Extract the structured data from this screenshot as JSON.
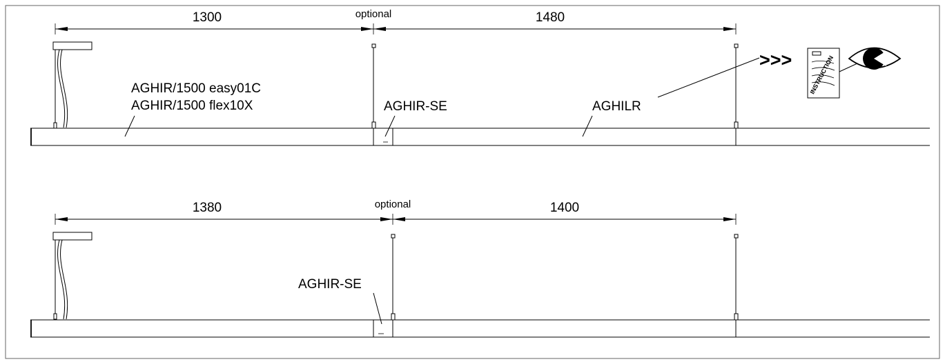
{
  "top_row": {
    "dim_left": "1300",
    "dim_optional": "optional",
    "dim_right": "1480",
    "label_model_1": "AGHIR/1500 easy01C",
    "label_model_2": "AGHIR/1500   flex10X",
    "label_se": "AGHIR-SE",
    "label_ilr": "AGHILR"
  },
  "bottom_row": {
    "dim_left": "1380",
    "dim_optional": "optional",
    "dim_right": "1400",
    "label_se": "AGHIR-SE"
  },
  "instruction": {
    "arrows": ">>>",
    "booklet_text": "INSTRUCTION"
  }
}
